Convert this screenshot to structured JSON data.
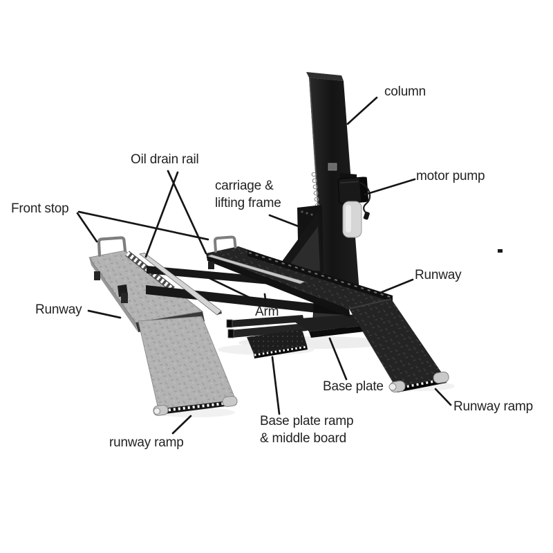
{
  "figure": {
    "kind": "labeled-parts-diagram",
    "subject": "single column car parking lift",
    "colors": {
      "background": "#ffffff",
      "label_text": "#222222",
      "leader_line": "#161616",
      "dark_metal": "#1a1a1a",
      "light_metal": "#b5b5b5"
    }
  },
  "labels": {
    "column": "column",
    "motor_pump": "motor pump",
    "carriage_lifting_frame": {
      "line1": "carriage &",
      "line2": "lifting frame"
    },
    "oil_drain_rail": "Oil drain rail",
    "front_stop": "Front stop",
    "runway_right": "Runway",
    "arm": "Arm",
    "runway_left": "Runway",
    "runway_ramp_left": "runway ramp",
    "base_plate": "Base plate",
    "base_plate_ramp": {
      "line1": "Base plate ramp",
      "line2": "& middle board"
    },
    "runway_ramp_right": "Runway ramp"
  }
}
